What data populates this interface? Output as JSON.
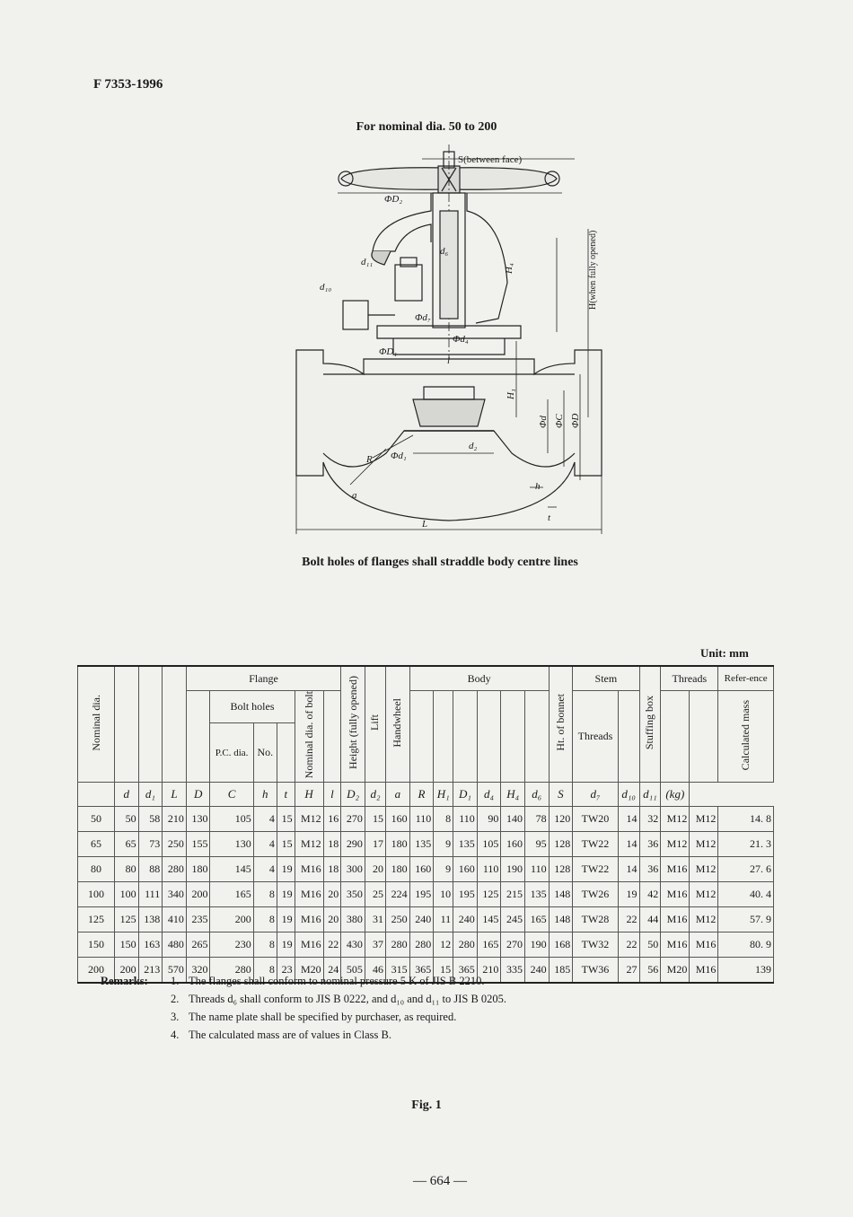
{
  "header": {
    "standard_code": "F 7353-1996"
  },
  "figure": {
    "heading": "For nominal dia. 50 to 200",
    "labels": {
      "s": "S(between face)",
      "phiD2": "ΦD₂",
      "d6": "d₆",
      "d11": "d₁₁",
      "d10": "d₁₀",
      "phid7": "Φd₇",
      "phiD1": "ΦD₁",
      "phid4": "Φd₄",
      "h4": "H₄",
      "h_open": "H(when fully opened)",
      "l_lift": "l",
      "h1": "H₁",
      "phid": "Φd",
      "phic": "ΦC",
      "phiD": "ΦD",
      "d2": "d₂",
      "phid1": "Φd₁",
      "r": "R",
      "a": "a",
      "h": "h",
      "t": "t",
      "L": "L"
    },
    "straddle_note": "Bolt holes of flanges shall straddle body centre lines",
    "caption": "Fig. 1"
  },
  "table": {
    "unit": "Unit:  mm",
    "headers": {
      "nominal_dia": "Nominal dia.",
      "flange": "Flange",
      "bolt_holes": "Bolt holes",
      "pc_dia": "P.C. dia.",
      "no": "No.",
      "nominal_dia_bolt": "Nominal dia. of bolt",
      "height": "Height (fully opened)",
      "lift": "Lift",
      "handwheel": "Handwheel",
      "body": "Body",
      "ht_bonnet": "Ht. of bonnet",
      "stem": "Stem",
      "threads_stem": "Threads",
      "stuffing_box": "Stuffing box",
      "threads": "Threads",
      "reference": "Refer-ence",
      "calc_mass": "Calculated mass"
    },
    "symbols": [
      "d",
      "d₁",
      "L",
      "D",
      "C",
      "h",
      "t",
      "H",
      "l",
      "D₂",
      "d₂",
      "a",
      "R",
      "H₁",
      "D₁",
      "d₄",
      "H₄",
      "d₆",
      "S",
      "d₇",
      "d₁₀",
      "d₁₁",
      "(kg)"
    ],
    "rows": [
      [
        "50",
        "50",
        "58",
        "210",
        "130",
        "105",
        "4",
        "15",
        "M12",
        "16",
        "270",
        "15",
        "160",
        "110",
        "8",
        "110",
        "90",
        "140",
        "78",
        "120",
        "TW20",
        "14",
        "32",
        "M12",
        "M12",
        "14. 8"
      ],
      [
        "65",
        "65",
        "73",
        "250",
        "155",
        "130",
        "4",
        "15",
        "M12",
        "18",
        "290",
        "17",
        "180",
        "135",
        "9",
        "135",
        "105",
        "160",
        "95",
        "128",
        "TW22",
        "14",
        "36",
        "M12",
        "M12",
        "21. 3"
      ],
      [
        "80",
        "80",
        "88",
        "280",
        "180",
        "145",
        "4",
        "19",
        "M16",
        "18",
        "300",
        "20",
        "180",
        "160",
        "9",
        "160",
        "110",
        "190",
        "110",
        "128",
        "TW22",
        "14",
        "36",
        "M16",
        "M12",
        "27. 6"
      ],
      [
        "100",
        "100",
        "111",
        "340",
        "200",
        "165",
        "8",
        "19",
        "M16",
        "20",
        "350",
        "25",
        "224",
        "195",
        "10",
        "195",
        "125",
        "215",
        "135",
        "148",
        "TW26",
        "19",
        "42",
        "M16",
        "M12",
        "40. 4"
      ],
      [
        "125",
        "125",
        "138",
        "410",
        "235",
        "200",
        "8",
        "19",
        "M16",
        "20",
        "380",
        "31",
        "250",
        "240",
        "11",
        "240",
        "145",
        "245",
        "165",
        "148",
        "TW28",
        "22",
        "44",
        "M16",
        "M12",
        "57. 9"
      ],
      [
        "150",
        "150",
        "163",
        "480",
        "265",
        "230",
        "8",
        "19",
        "M16",
        "22",
        "430",
        "37",
        "280",
        "280",
        "12",
        "280",
        "165",
        "270",
        "190",
        "168",
        "TW32",
        "22",
        "50",
        "M16",
        "M16",
        "80. 9"
      ],
      [
        "200",
        "200",
        "213",
        "570",
        "320",
        "280",
        "8",
        "23",
        "M20",
        "24",
        "505",
        "46",
        "315",
        "365",
        "15",
        "365",
        "210",
        "335",
        "240",
        "185",
        "TW36",
        "27",
        "56",
        "M20",
        "M16",
        "139"
      ]
    ]
  },
  "remarks": {
    "label": "Remarks:",
    "items": [
      {
        "num": "1.",
        "text": "The flanges shall conform to nominal pressure 5 K of JIS B 2210."
      },
      {
        "num": "2.",
        "text": "Threads d₆  shall conform to JIS B 0222, and d₁₀ and d₁₁ to JIS B 0205."
      },
      {
        "num": "3.",
        "text": "The name plate shall be specified by purchaser, as required."
      },
      {
        "num": "4.",
        "text": "The calculated mass are of values in Class B."
      }
    ]
  },
  "footer": {
    "page_number": "— 664 —"
  }
}
